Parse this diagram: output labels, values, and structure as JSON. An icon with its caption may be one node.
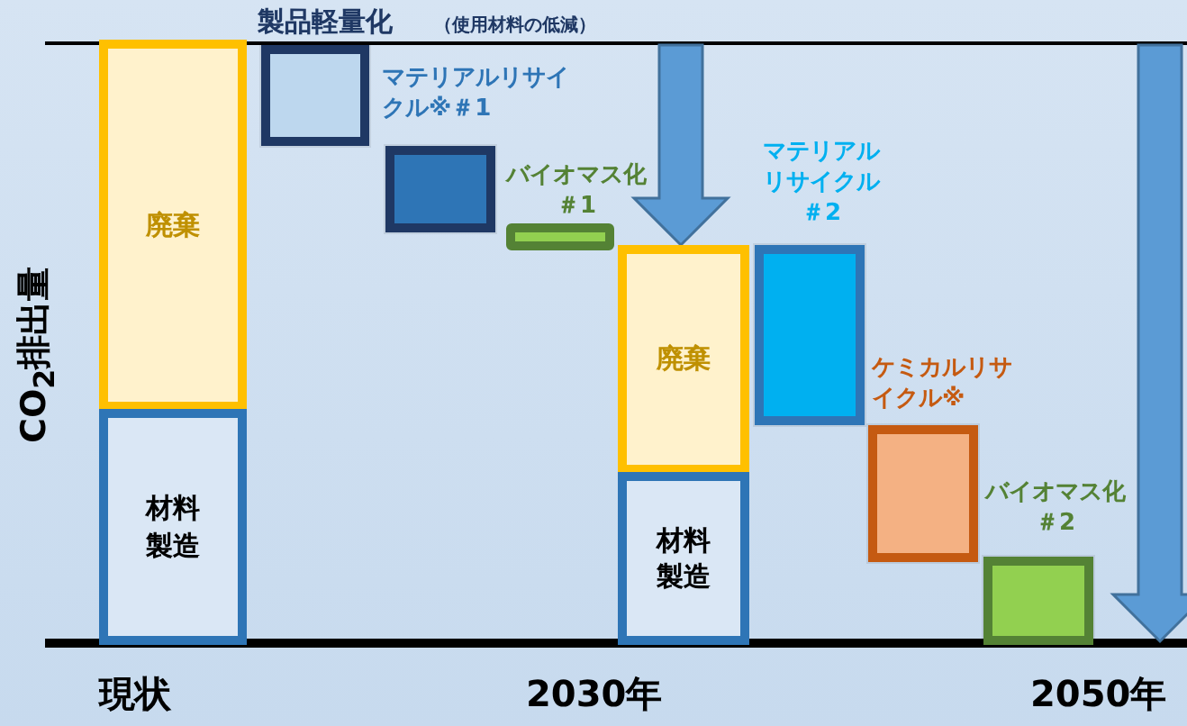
{
  "diagram": {
    "nodes": [
      {
        "text": [
          "廃棄"
        ]
      },
      {
        "text": [
          "材料製造"
        ]
      },
      {
        "text": [],
        "shape": "box",
        "beside": [
          "製品軽量化",
          "（使用材料の低減）"
        ]
      },
      {
        "text": [],
        "shape": "box",
        "beside": [
          "マテリアルリサイクル※＃1"
        ]
      },
      {
        "text": [],
        "shape": "bar",
        "beside": [
          "バイオマス化＃1"
        ]
      },
      {
        "text": [
          "廃棄"
        ]
      },
      {
        "text": [
          "材料製造"
        ]
      },
      {
        "text": [],
        "shape": "box",
        "beside": [
          "マテリアルリサイクル＃2"
        ]
      },
      {
        "text": [],
        "shape": "box"
      },
      {
        "text": [],
        "shape": "box"
      }
    ],
    "edges": [
      {
        "from": null,
        "to": 5,
        "arrow": "to"
      }
    ],
    "labels": [
      "CO$_{2}$排出量",
      "現状",
      "2030年",
      "2050年",
      "ケミカルリサイクル※",
      "バイオマス化＃2"
    ]
  }
}
